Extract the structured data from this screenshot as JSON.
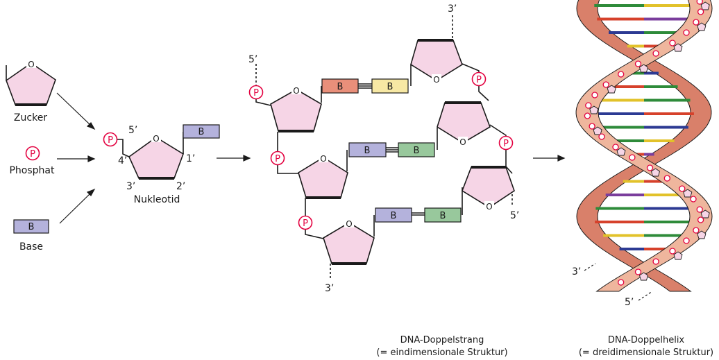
{
  "components": {
    "sugar_label": "Zucker",
    "phosphate_label": "Phosphat",
    "base_label": "Base"
  },
  "nucleotide": {
    "label": "Nukleotid",
    "pos_5": "5’",
    "pos_4": "4’",
    "pos_3": "3’",
    "pos_2": "2’",
    "pos_1": "1’"
  },
  "symbols": {
    "phosphate": "P",
    "base": "B",
    "ring_oxygen": "O"
  },
  "strand": {
    "end_5_top": "5’",
    "end_3_top": "3’",
    "end_5_bottom": "5’",
    "end_3_bottom": "3’",
    "caption_line1": "DNA-Doppelstrang",
    "caption_line2": "(= eindimensionale Struktur)"
  },
  "helix": {
    "end_3": "3’",
    "end_5": "5’",
    "caption_line1": "DNA-Doppelhelix",
    "caption_line2": "(= dreidimensionale Struktur)"
  },
  "colors": {
    "sugar_fill": "#f6d5e6",
    "phosphate_stroke": "#e3003f",
    "base_purple": "#b4b2dc",
    "base_salmon": "#e98f7a",
    "base_yellow": "#f7e8a4",
    "base_green": "#98c89c",
    "helix_backbone": "#efb69d",
    "helix_backbone_dark": "#d9806a"
  }
}
